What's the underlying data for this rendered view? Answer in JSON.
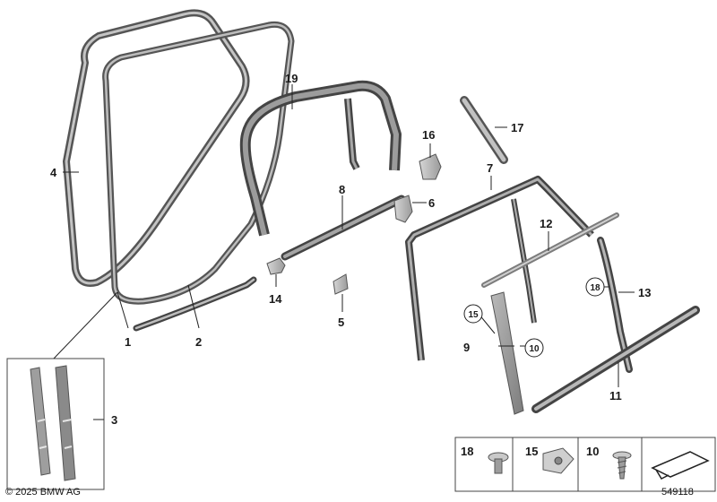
{
  "callouts": {
    "c1": "1",
    "c2": "2",
    "c3": "3",
    "c4": "4",
    "c5": "5",
    "c6": "6",
    "c7": "7",
    "c8": "8",
    "c9": "9",
    "c10": "10",
    "c11": "11",
    "c12": "12",
    "c13": "13",
    "c14": "14",
    "c15": "15",
    "c16": "16",
    "c17": "17",
    "c18": "18",
    "c19": "19"
  },
  "legend": {
    "items": [
      "18",
      "15",
      "10"
    ]
  },
  "footer": {
    "copyright": "© 2025 BMW AG",
    "diagram_number": "549118"
  }
}
